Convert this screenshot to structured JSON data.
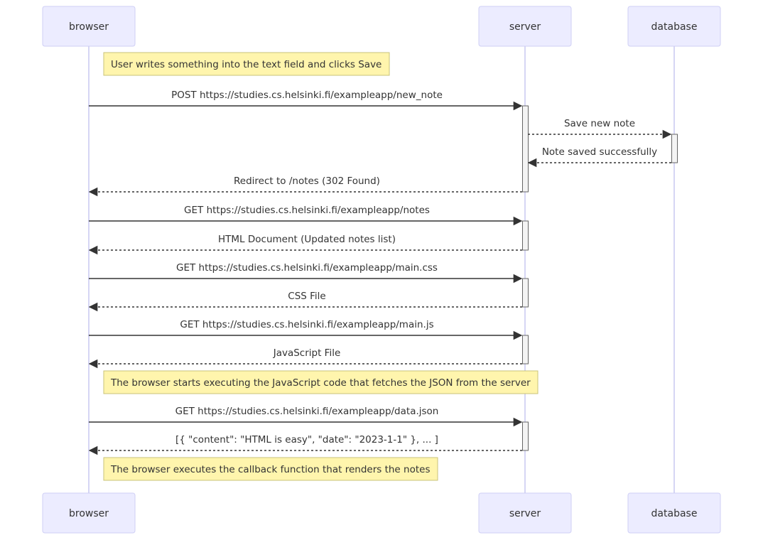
{
  "actors": [
    {
      "id": "browser",
      "label": "browser"
    },
    {
      "id": "server",
      "label": "server"
    },
    {
      "id": "database",
      "label": "database"
    }
  ],
  "events": [
    {
      "type": "note",
      "over": "browser",
      "text": "User writes something into the text field and clicks Save"
    },
    {
      "type": "message",
      "from": "browser",
      "to": "server",
      "text": "POST https://studies.cs.helsinki.fi/exampleapp/new_note",
      "style": "solid",
      "activate": "server"
    },
    {
      "type": "message",
      "from": "server",
      "to": "database",
      "text": "Save new note",
      "style": "dashed",
      "activate": "database"
    },
    {
      "type": "message",
      "from": "database",
      "to": "server",
      "text": "Note saved successfully",
      "style": "dashed",
      "deactivate": "database"
    },
    {
      "type": "message",
      "from": "server",
      "to": "browser",
      "text": "Redirect to /notes (302 Found)",
      "style": "dashed",
      "deactivate": "server"
    },
    {
      "type": "message",
      "from": "browser",
      "to": "server",
      "text": "GET https://studies.cs.helsinki.fi/exampleapp/notes",
      "style": "solid",
      "activate": "server"
    },
    {
      "type": "message",
      "from": "server",
      "to": "browser",
      "text": "HTML Document (Updated notes list)",
      "style": "dashed",
      "deactivate": "server"
    },
    {
      "type": "message",
      "from": "browser",
      "to": "server",
      "text": "GET https://studies.cs.helsinki.fi/exampleapp/main.css",
      "style": "solid",
      "activate": "server"
    },
    {
      "type": "message",
      "from": "server",
      "to": "browser",
      "text": "CSS File",
      "style": "dashed",
      "deactivate": "server"
    },
    {
      "type": "message",
      "from": "browser",
      "to": "server",
      "text": "GET https://studies.cs.helsinki.fi/exampleapp/main.js",
      "style": "solid",
      "activate": "server"
    },
    {
      "type": "message",
      "from": "server",
      "to": "browser",
      "text": "JavaScript File",
      "style": "dashed",
      "deactivate": "server"
    },
    {
      "type": "note",
      "over": "browser",
      "text": "The browser starts executing the JavaScript code that fetches the JSON from the server"
    },
    {
      "type": "message",
      "from": "browser",
      "to": "server",
      "text": "GET https://studies.cs.helsinki.fi/exampleapp/data.json",
      "style": "solid",
      "activate": "server"
    },
    {
      "type": "message",
      "from": "server",
      "to": "browser",
      "text": "[{ \"content\": \"HTML is easy\", \"date\": \"2023-1-1\" }, ... ]",
      "style": "dashed",
      "deactivate": "server"
    },
    {
      "type": "note",
      "over": "browser",
      "text": "The browser executes the callback function that renders the notes"
    }
  ],
  "colors": {
    "actor_fill": "#ececff",
    "actor_stroke": "#cfcff5",
    "lifeline": "#c8c8f0",
    "note_fill": "#fff5ad",
    "note_stroke": "#c9c37a",
    "text": "#333333",
    "arrow": "#333333"
  }
}
